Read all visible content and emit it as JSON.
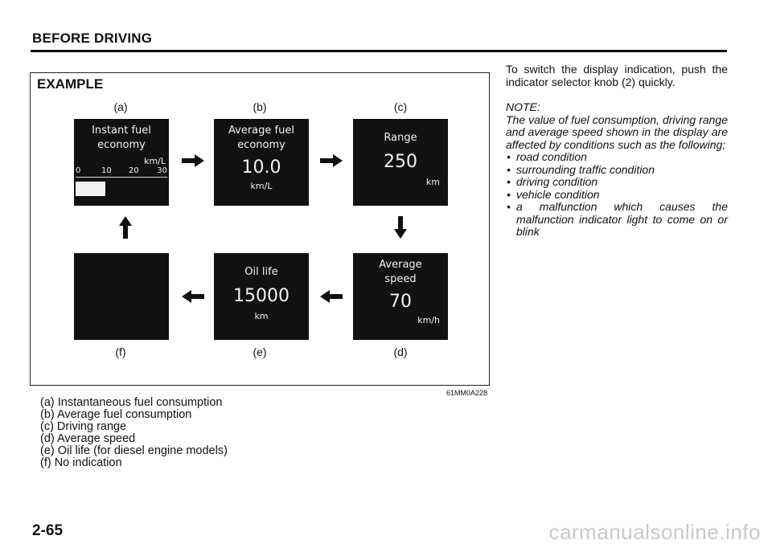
{
  "header": {
    "title": "BEFORE DRIVING"
  },
  "example": {
    "title": "EXAMPLE",
    "ref_code": "61MM0A228",
    "labels": {
      "a": "(a)",
      "b": "(b)",
      "c": "(c)",
      "d": "(d)",
      "e": "(e)",
      "f": "(f)"
    },
    "panels": {
      "a": {
        "title_line1": "Instant fuel",
        "title_line2": "economy",
        "unit": "km/L",
        "scale": [
          "0",
          "10",
          "20",
          "30"
        ]
      },
      "b": {
        "title_line1": "Average fuel",
        "title_line2": "economy",
        "value": "10.0",
        "unit": "km/L"
      },
      "c": {
        "title": "Range",
        "value": "250",
        "unit": "km"
      },
      "d": {
        "title_line1": "Average",
        "title_line2": "speed",
        "value": "70",
        "unit": "km/h"
      },
      "e": {
        "title": "Oil life",
        "value": "15000",
        "unit": "km"
      },
      "f": {}
    }
  },
  "captions": [
    "(a) Instantaneous fuel consumption",
    "(b) Average fuel consumption",
    "(c) Driving range",
    "(d) Average speed",
    "(e) Oil life (for diesel engine models)",
    "(f) No indication"
  ],
  "right_column": {
    "intro": "To switch the display indication, push the indicator selector knob (2) quickly.",
    "note_heading": "NOTE:",
    "note_body": "The value of fuel consumption, driving range and average speed shown in the display are affected by conditions such as the following;",
    "note_items": [
      "road condition",
      "surrounding traffic condition",
      "driving condition",
      "vehicle condition",
      "a malfunction which causes the malfunction indicator light to come on or blink"
    ]
  },
  "page_number": "2-65",
  "watermark": "carmanualsonline.info"
}
